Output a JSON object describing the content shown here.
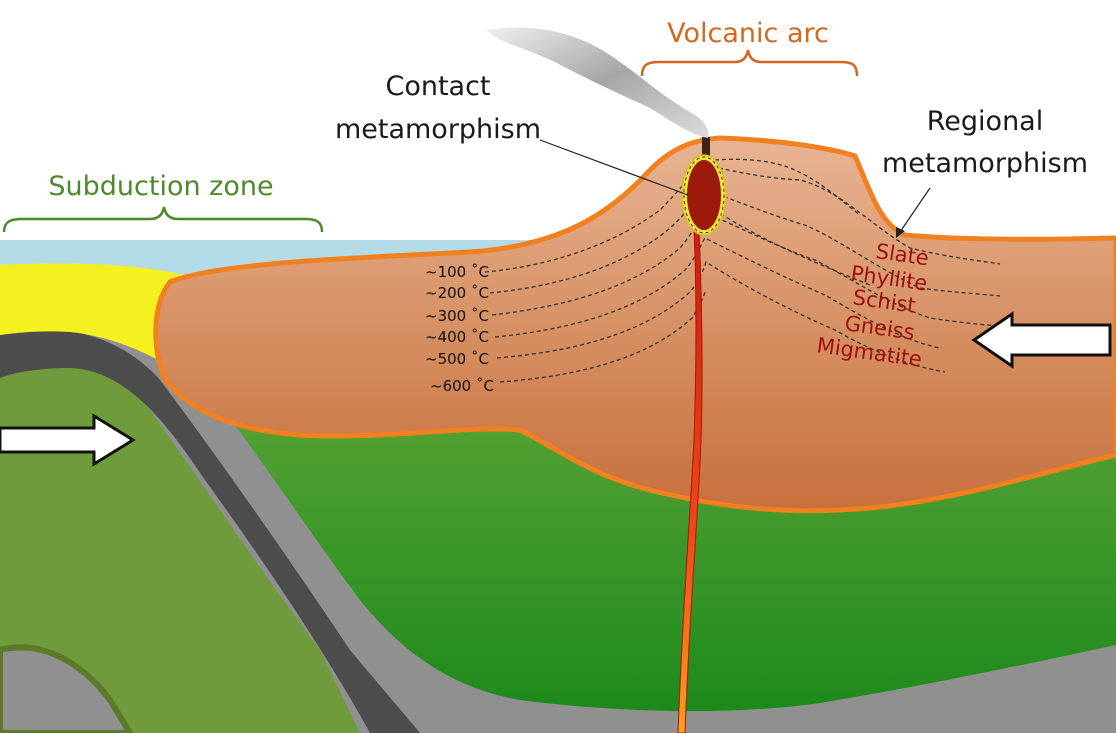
{
  "labels": {
    "volcanic_arc": "Volcanic arc",
    "contact_line1": "Contact",
    "contact_line2": "metamorphism",
    "regional_line1": "Regional",
    "regional_line2": "metamorphism",
    "subduction_zone": "Subduction zone"
  },
  "isotherms": [
    "~100 ˚C",
    "~200 ˚C",
    "~300 ˚C",
    "~400 ˚C",
    "~500 ˚C",
    "~600 ˚C"
  ],
  "rock_types": [
    "Slate",
    "Phyllite",
    "Schist",
    "Gneiss",
    "Migmatite"
  ],
  "colors": {
    "ocean": "#b3dbe6",
    "sediment": "#f5f020",
    "oceanic_crust": "#4d4d4d",
    "oceanic_plate": "#6f9b3c",
    "mantle_green": "#3d9a25",
    "continental_crust": "#d58d5f",
    "crust_outline": "#f08020",
    "magma": "#e8381a",
    "pluton": "#9c1a0b",
    "aureole": "#f0e040",
    "arc_bracket": "#d2691e",
    "subduction_bracket": "#4e8a2a",
    "rock_label": "#9e1010",
    "gray_mantle": "#909090"
  },
  "icons": [
    "push-arrow-left-icon",
    "push-arrow-right-icon",
    "volcanic-plume-icon"
  ]
}
